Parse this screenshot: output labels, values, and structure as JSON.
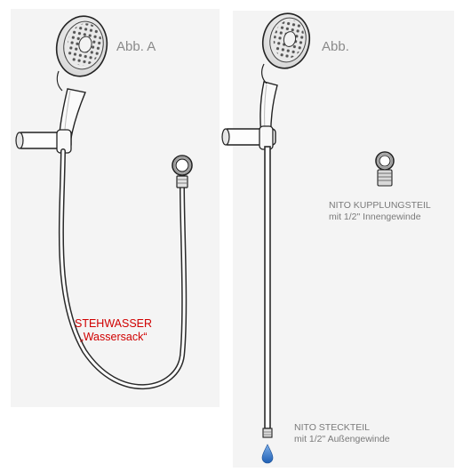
{
  "figure_a": {
    "label": "Abb.  A",
    "annotation_line1": "STEHWASSER",
    "annotation_line2": "„Wassersack“",
    "annotation_color": "#d00000"
  },
  "figure_b": {
    "label": "Abb.",
    "coupling_title": "NITO KUPPLUNGSTEIL",
    "coupling_sub": "mit 1/2\" Innengewinde",
    "plug_title": "NITO STECKTEIL",
    "plug_sub": "mit 1/2\" Außengewinde",
    "drop_color": "#2f72c9"
  }
}
